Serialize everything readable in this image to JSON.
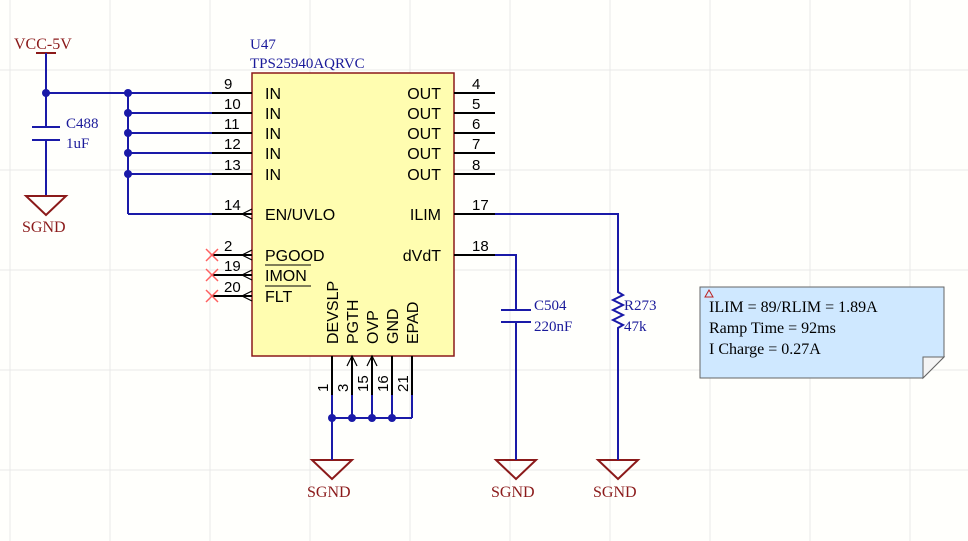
{
  "power": {
    "vcc_label": "VCC-5V",
    "gnd_label": "SGND"
  },
  "u47": {
    "ref": "U47",
    "part": "TPS25940AQRVC"
  },
  "left_pins": [
    {
      "num": "9",
      "name": "IN"
    },
    {
      "num": "10",
      "name": "IN"
    },
    {
      "num": "11",
      "name": "IN"
    },
    {
      "num": "12",
      "name": "IN"
    },
    {
      "num": "13",
      "name": "IN"
    },
    {
      "num": "14",
      "name": "EN/UVLO"
    },
    {
      "num": "2",
      "name": "PGOOD"
    },
    {
      "num": "19",
      "name": "IMON"
    },
    {
      "num": "20",
      "name": "FLT"
    }
  ],
  "right_pins": [
    {
      "num": "4",
      "name": "OUT"
    },
    {
      "num": "5",
      "name": "OUT"
    },
    {
      "num": "6",
      "name": "OUT"
    },
    {
      "num": "7",
      "name": "OUT"
    },
    {
      "num": "8",
      "name": "OUT"
    },
    {
      "num": "17",
      "name": "ILIM"
    },
    {
      "num": "18",
      "name": "dVdT"
    }
  ],
  "bottom_pins": [
    {
      "num": "1",
      "name": "DEVSLP"
    },
    {
      "num": "3",
      "name": "PGTH"
    },
    {
      "num": "15",
      "name": "OVP"
    },
    {
      "num": "16",
      "name": "GND"
    },
    {
      "num": "21",
      "name": "EPAD"
    }
  ],
  "c488": {
    "ref": "C488",
    "value": "1uF"
  },
  "c504": {
    "ref": "C504",
    "value": "220nF"
  },
  "r273": {
    "ref": "R273",
    "value": "47k"
  },
  "note": {
    "lines": [
      "ILIM = 89/RLIM = 1.89A",
      "Ramp Time = 92ms",
      "I Charge = 0.27A"
    ]
  }
}
